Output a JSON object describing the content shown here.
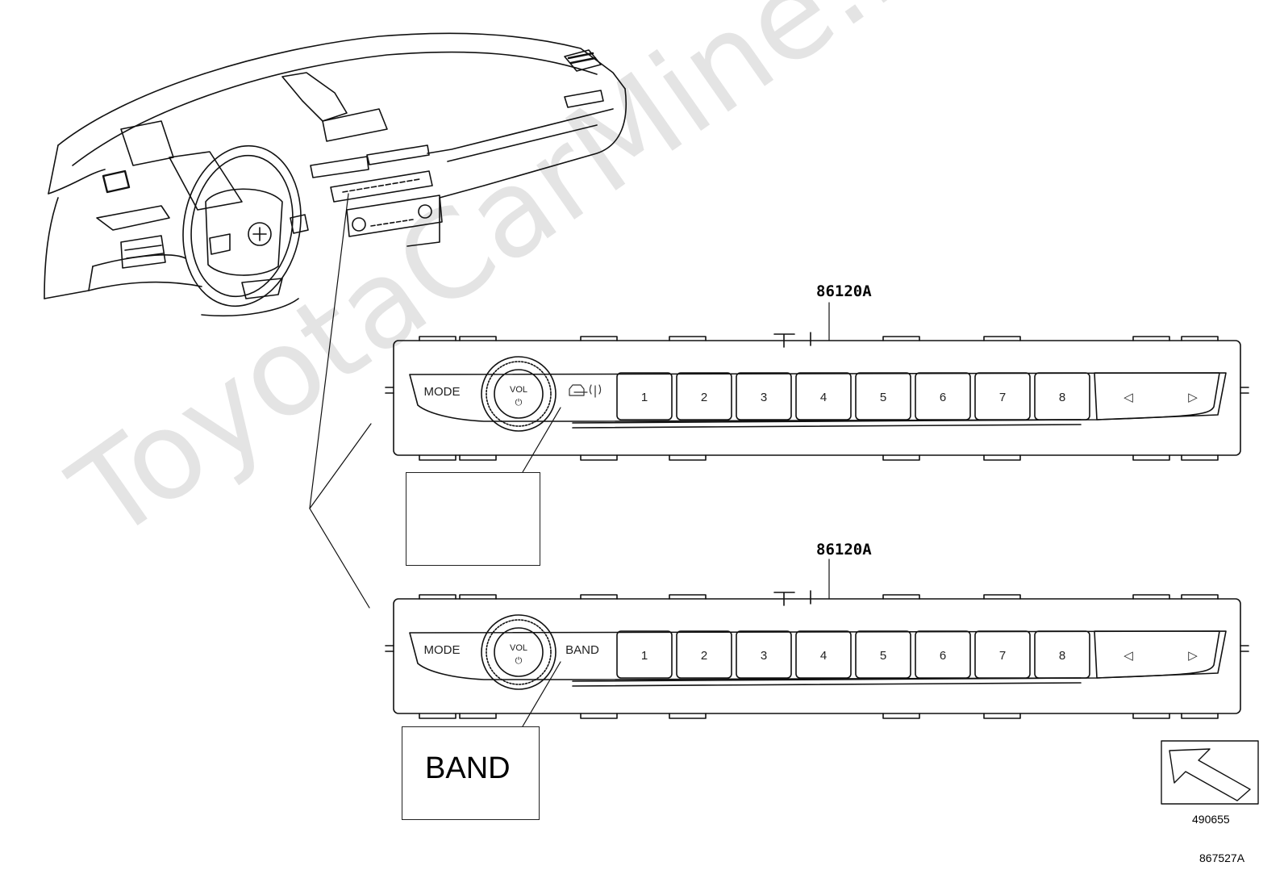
{
  "watermark": "ToyotaCarMine.ru",
  "panels": [
    {
      "part_number": "86120A",
      "left_label": "MODE",
      "knob_label": "VOL",
      "knob_sub": "⏻",
      "after_knob": "traffic-antenna-icons",
      "presets": [
        "1",
        "2",
        "3",
        "4",
        "5",
        "6",
        "7",
        "8"
      ],
      "arrows": [
        "◁",
        "▷"
      ]
    },
    {
      "part_number": "86120A",
      "left_label": "MODE",
      "knob_label": "VOL",
      "knob_sub": "⏻",
      "after_knob": "BAND",
      "presets": [
        "1",
        "2",
        "3",
        "4",
        "5",
        "6",
        "7",
        "8"
      ],
      "arrows": [
        "◁",
        "▷"
      ]
    }
  ],
  "callouts": {
    "top_icons": [
      "traffic-icon",
      "antenna-icon"
    ],
    "bottom_text": "BAND"
  },
  "corner": {
    "illustration_code": "490655",
    "figure_code": "867527A"
  }
}
